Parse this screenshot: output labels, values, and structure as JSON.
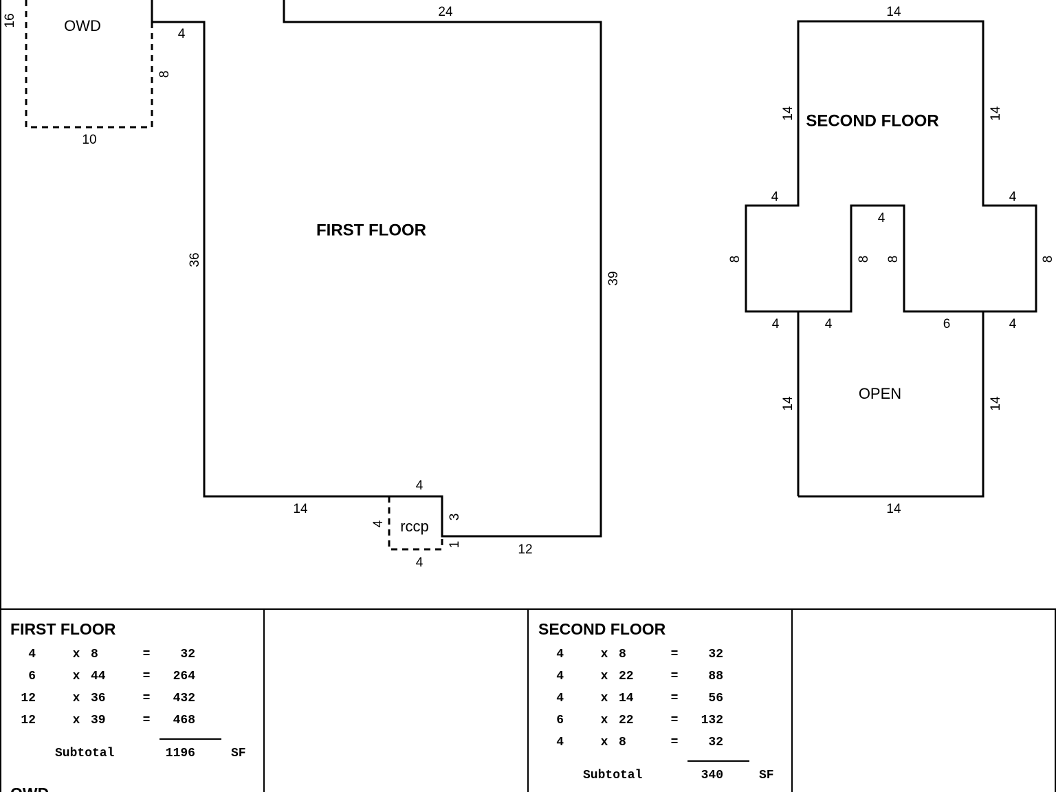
{
  "plan": {
    "rooms": {
      "owd": "OWD",
      "first_floor": "FIRST FLOOR",
      "second_floor": "SECOND FLOOR",
      "open": "OPEN",
      "rccp": "rccp"
    },
    "dims": [
      "16",
      "4",
      "8",
      "10",
      "24",
      "36",
      "39",
      "4",
      "14",
      "3",
      "4",
      "1",
      "4",
      "12",
      "14",
      "14",
      "14",
      "4",
      "4",
      "4",
      "8",
      "8",
      "8",
      "8",
      "4",
      "4",
      "6",
      "4",
      "14",
      "14",
      "14"
    ]
  },
  "tables": [
    {
      "title": "FIRST FLOOR",
      "rows": [
        [
          "4",
          "8",
          "32"
        ],
        [
          "6",
          "44",
          "264"
        ],
        [
          "12",
          "36",
          "432"
        ],
        [
          "12",
          "39",
          "468"
        ]
      ],
      "subtotal_label": "Subtotal",
      "subtotal": "1196",
      "unit": "SF"
    },
    {
      "title": "SECOND FLOOR",
      "rows": [
        [
          "4",
          "8",
          "32"
        ],
        [
          "4",
          "22",
          "88"
        ],
        [
          "4",
          "14",
          "56"
        ],
        [
          "6",
          "22",
          "132"
        ],
        [
          "4",
          "8",
          "32"
        ]
      ],
      "subtotal_label": "Subtotal",
      "subtotal": "340",
      "unit": "SF"
    }
  ],
  "symbols": {
    "times": "x",
    "equals": "="
  },
  "next_section_title": "OWD"
}
